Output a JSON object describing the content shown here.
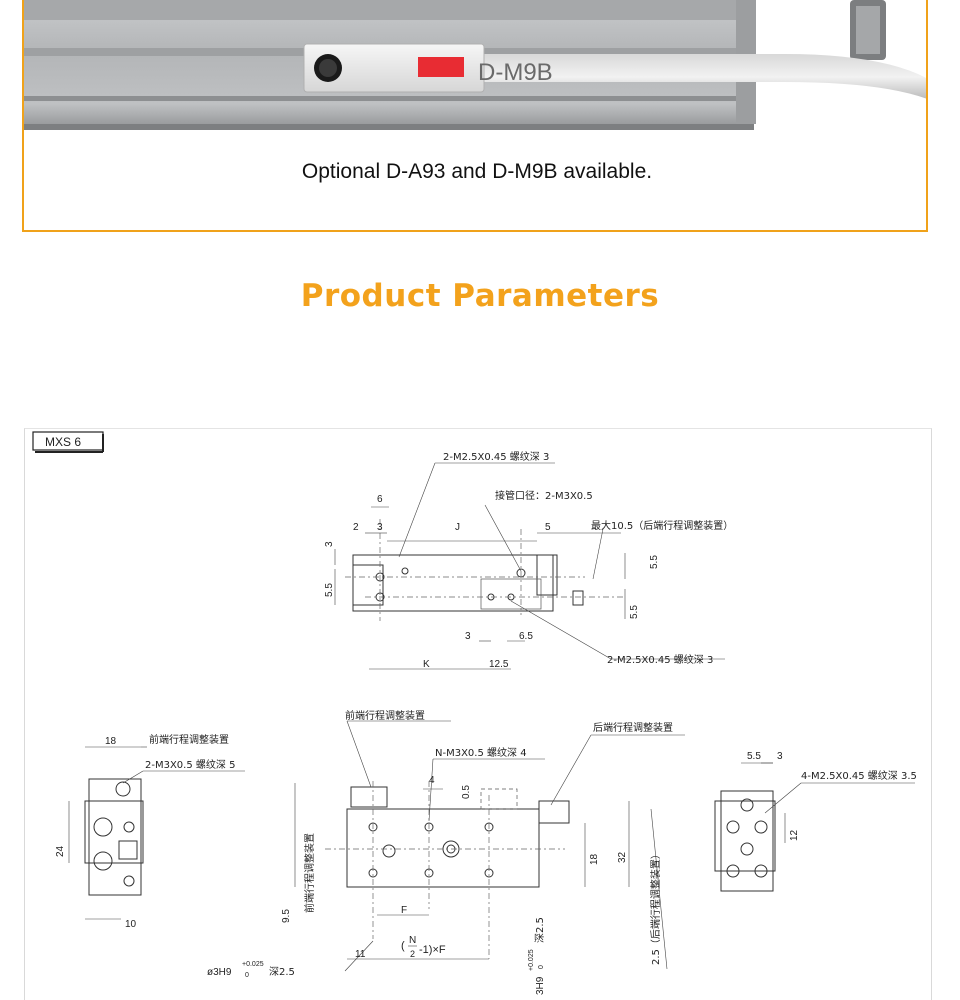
{
  "photo": {
    "sensor_marking": "D-M9B",
    "caption": "Optional D-A93 and D-M9B available.",
    "accent_color": "#f0a21a"
  },
  "section": {
    "title": "Product Parameters",
    "title_color": "#f3a21c"
  },
  "drawing": {
    "model_label": "MXS 6",
    "top_view": {
      "callout_tap_top": "2-M2.5X0.45 螺纹深 3",
      "callout_port": "接管口径：2-M3X0.5",
      "callout_max": "最大10.5（后端行程调整装置）",
      "callout_tap_bottom": "2-M2.5X0.45 螺纹深 3",
      "dim_6": "6",
      "dim_2": "2",
      "dim_3a": "3",
      "dim_J": "J",
      "dim_5": "5",
      "dim_3_left": "3",
      "dim_5_5_left": "5.5",
      "dim_5_5_right": "5.5",
      "dim_5_5_right2": "5.5",
      "dim_3b": "3",
      "dim_6_5": "6.5",
      "dim_K": "K",
      "dim_12_5": "12.5"
    },
    "left_view": {
      "dim_18": "18",
      "label_front_adjust": "前端行程调整装置",
      "callout_tap": "2-M3X0.5 螺纹深 5",
      "dim_24": "24",
      "dim_10": "10"
    },
    "front_view": {
      "label_front_adjust": "前端行程调整装置",
      "label_rear_adjust": "后端行程调整装置",
      "callout_tap": "N-M3X0.5 螺纹深 4",
      "dim_4": "4",
      "dim_0_5": "0.5",
      "dim_18": "18",
      "dim_32": "32",
      "dim_F": "F",
      "dim_11": "11",
      "dim_N": "N",
      "dim_2": "2",
      "dim_minus1xF": "-1)×F",
      "dim_9_5": "9.5",
      "label_front_vertical": "前端行程调整装置",
      "label_rear_vertical": "2.5（后端行程调整装置）",
      "hole_left_main": "ø3H9",
      "hole_left_tol": "+0.025",
      "hole_left_tol0": "0",
      "hole_left_depth": "深2.5",
      "hole_center_main": "3H9",
      "hole_center_tol": "+0.025",
      "hole_center_tol0": "0",
      "hole_center_depth": "深2.5"
    },
    "right_view": {
      "dim_5_5": "5.5",
      "dim_3": "3",
      "callout_tap": "4-M2.5X0.45 螺纹深 3.5",
      "dim_12": "12"
    }
  }
}
